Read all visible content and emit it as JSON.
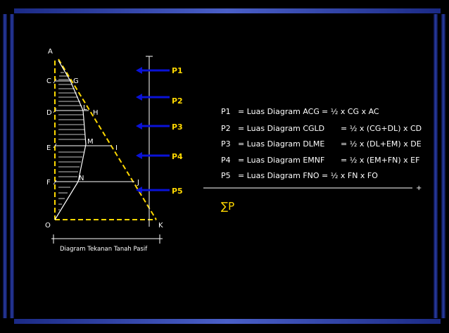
{
  "diagram": {
    "point_labels": {
      "A": "A",
      "C": "C",
      "G": "G",
      "D": "D",
      "L": "L",
      "H": "H",
      "E": "E",
      "M": "M",
      "I": "I",
      "F": "F",
      "N": "N",
      "J": "J",
      "O": "O",
      "K": "K"
    },
    "force_labels": [
      "P1",
      "P2",
      "P3",
      "P4",
      "P5"
    ],
    "caption": "Diagram Tekanan Tanah Pasif",
    "colors": {
      "force_arrow": "#0a12d8",
      "force_label": "#ffd800",
      "dashed_line": "#ffd800",
      "lines": "#ffffff"
    }
  },
  "formulas": [
    {
      "name": "P1",
      "desc": "= Luas Diagram ACG",
      "expr": "= ½ x CG x AC"
    },
    {
      "name": "P2",
      "desc": "= Luas Diagram CGLD",
      "expr": "= ½ x (CG+DL) x CD"
    },
    {
      "name": "P3",
      "desc": "= Luas Diagram DLME",
      "expr": "= ½ x (DL+EM) x DE"
    },
    {
      "name": "P4",
      "desc": "= Luas Diagram EMNF",
      "expr": "= ½ x (EM+FN) x EF"
    },
    {
      "name": "P5",
      "desc": "= Luas Diagram FNO",
      "expr": "= ½ x FN x FO"
    }
  ],
  "sum": {
    "symbol": "∑P",
    "plus": "+"
  }
}
